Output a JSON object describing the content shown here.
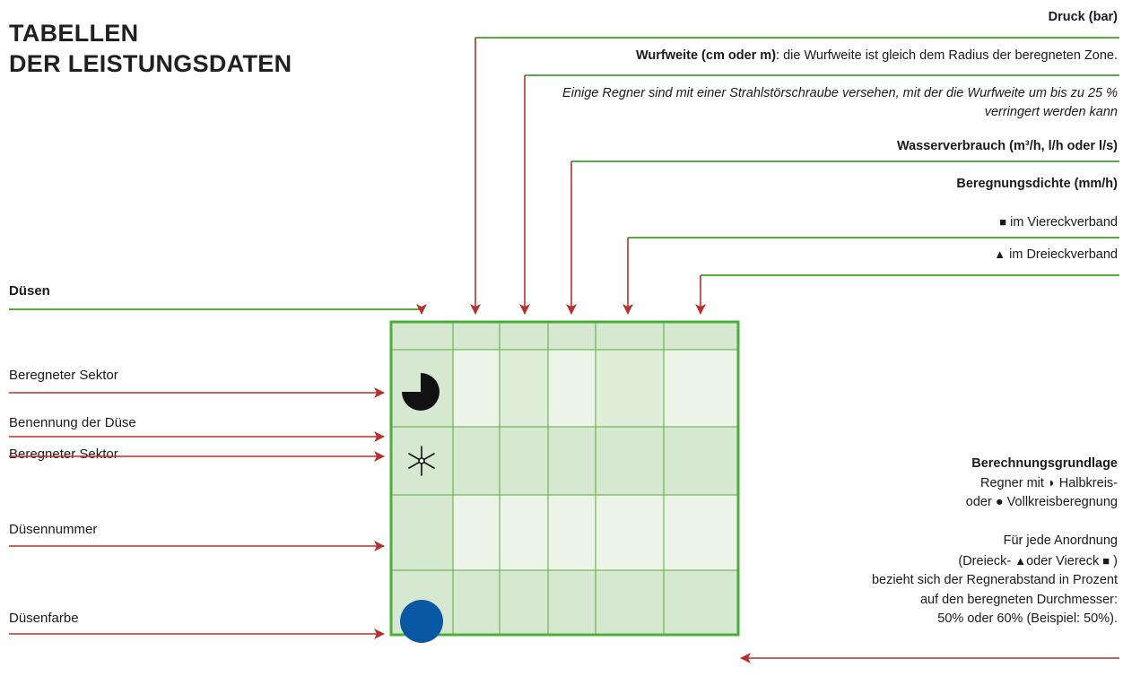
{
  "title": {
    "line1": "TABELLEN",
    "line2": "DER LEISTUNGSDATEN"
  },
  "right_labels": {
    "druck": "Druck (bar)",
    "wurfweite_bold": "Wurfweite (cm oder m)",
    "wurfweite_rest": ": die Wurfweite ist gleich dem Radius der beregneten Zone.",
    "note_line1": "Einige Regner sind mit einer Strahlstörschraube versehen, mit der die Wurfweite um bis zu 25 %",
    "note_line2": "verringert werden kann",
    "wasser": "Wasserverbrauch (m³/h, l/h oder l/s)",
    "dichte": "Beregnungsdichte (mm/h)",
    "viereck": "im Viereckverband",
    "dreieck": "im Dreieckverband"
  },
  "left_labels": {
    "duesen": "Düsen",
    "sektor1": "Beregneter Sektor",
    "benennung": "Benennung der Düse",
    "sektor2": "Beregneter Sektor",
    "nummer": "Düsennummer",
    "farbe": "Düsenfarbe"
  },
  "berechnung": {
    "title": "Berechnungsgrundlage",
    "l1_a": "Regner mit",
    "l1_b": "Halbkreis-",
    "l2_a": "oder",
    "l2_b": "Vollkreisberegnung",
    "l3": "Für jede Anordnung",
    "l4_a": "(Dreieck-",
    "l4_b": "oder Viereck",
    "l4_c": ")",
    "l5": "bezieht sich der Regnerabstand in Prozent",
    "l6": "auf den beregneten Durchmesser:",
    "l7": "50% oder 60% (Beispiel: 50%)."
  },
  "symbols": {
    "square": "■",
    "triangle": "▲",
    "half_circle": "◗",
    "full_circle": "●"
  },
  "colors": {
    "green_line": "#5aab3f",
    "red_arrow": "#b5312b",
    "grid_border": "#4caf3c",
    "cell_dark": "#d6e8cf",
    "cell_light": "#ebf4e6",
    "nozzle_blue": "#0a57a4"
  },
  "icons": [
    "sector-quarter-icon",
    "nozzle-asterisk-icon",
    "nozzle-color-dot-icon"
  ]
}
